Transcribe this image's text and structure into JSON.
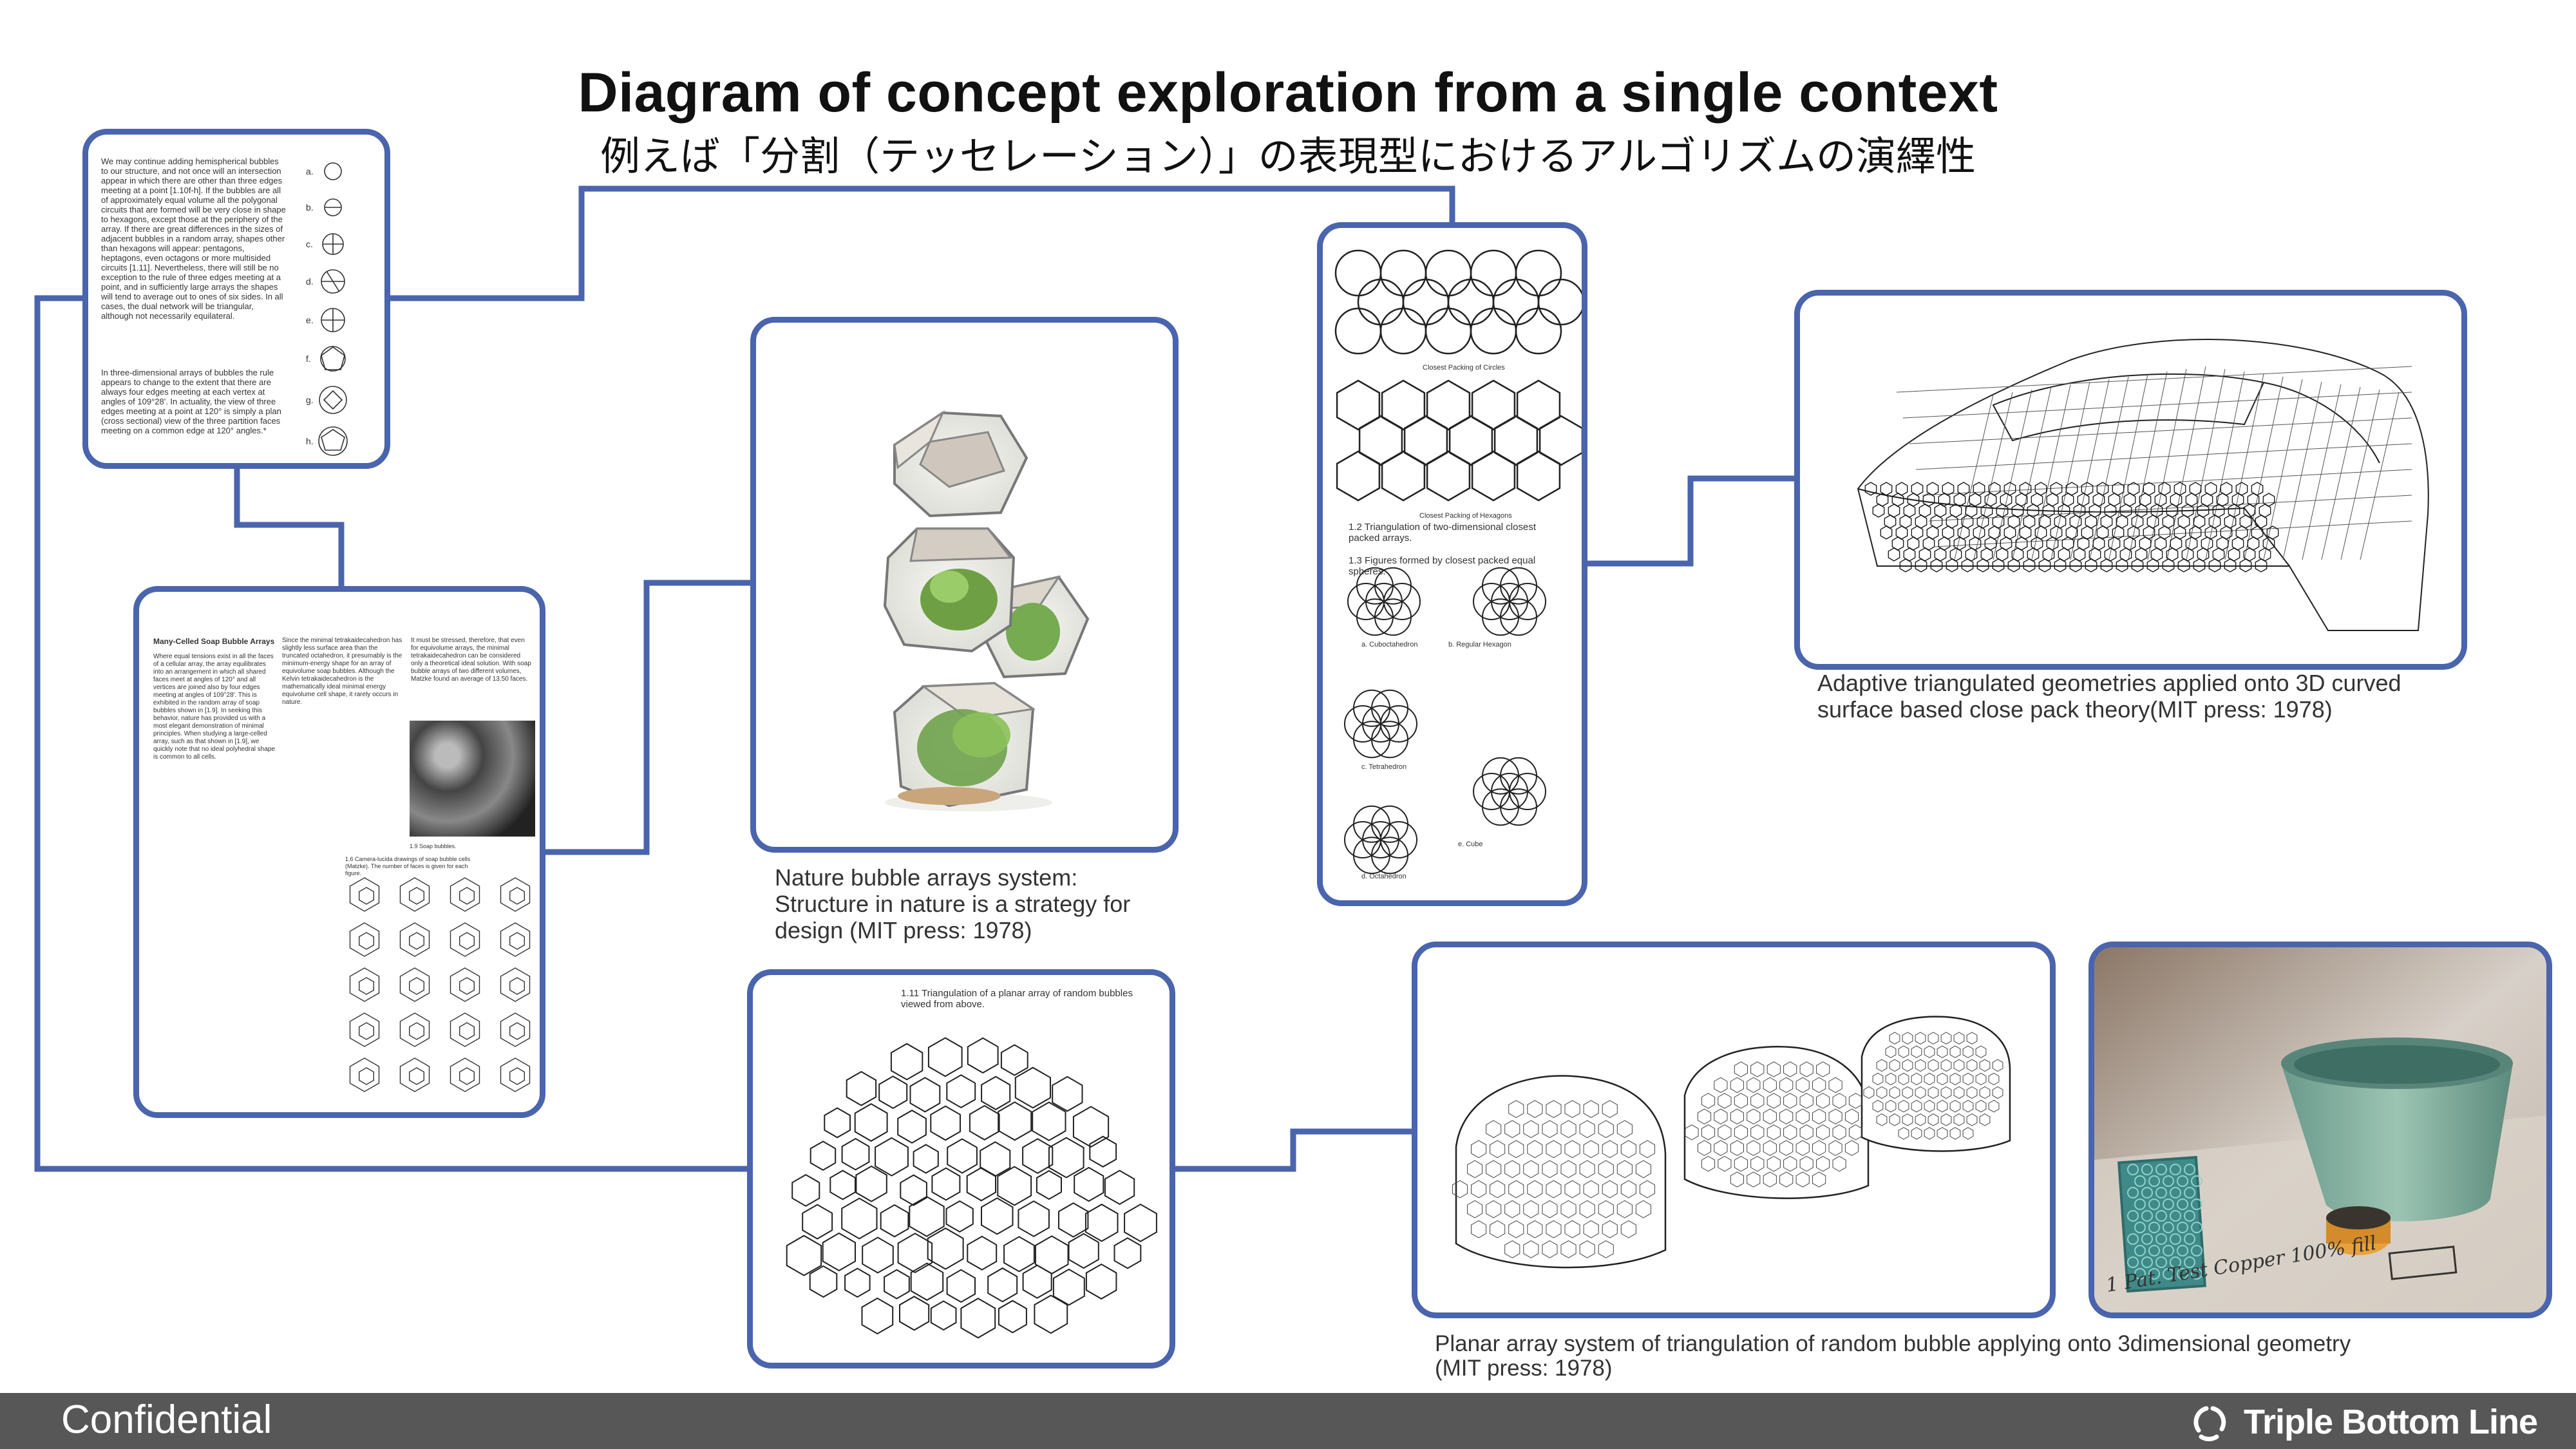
{
  "title": "Diagram of concept exploration from a single context",
  "subtitle": "例えば「分割（テッセレーション）」の表現型におけるアルゴリズムの演繹性",
  "captions": {
    "nature": [
      "Nature bubble arrays system:",
      "Structure in nature is a strategy for",
      "design (MIT press: 1978)"
    ],
    "car": [
      "Adaptive triangulated geometries applied onto 3D curved",
      "surface based close pack theory(MIT press: 1978)"
    ],
    "planar": [
      "Planar array system of triangulation of random bubble applying onto 3dimensional geometry",
      "(MIT press: 1978)"
    ]
  },
  "doc1": {
    "body": "We may continue adding hemispherical bubbles to our structure, and not once will an intersection appear in which there are other than three edges meeting at a point [1.10f-h]. If the bubbles are all of approximately equal volume all the polygonal circuits that are formed will be very close in shape to hexagons, except those at the periphery of the array. If there are great differences in the sizes of adjacent bubbles in a random array, shapes other than hexagons will appear: pentagons, heptagons, even octagons or more multisided circuits [1.11]. Nevertheless, there will still be no exception to the rule of three edges meeting at a point, and in sufficiently large arrays the shapes will tend to average out to ones of six sides. In all cases, the dual network will be triangular, although not necessarily equilateral.",
    "body2": "In three-dimensional arrays of bubbles the rule appears to change to the extent that there are always four edges meeting at each vertex at angles of 109°28'. In actuality, the view of three edges meeting at a point at 120° is simply a plan (cross sectional) view of the three partition faces meeting on a common edge at 120° angles.*",
    "labels": [
      "a.",
      "b.",
      "c.",
      "d.",
      "e.",
      "f.",
      "g.",
      "h."
    ]
  },
  "doc2": {
    "heading": "Many-Celled Soap Bubble Arrays",
    "col1": "Where equal tensions exist in all the faces of a cellular array, the array equilibrates into an arrangement in which all shared faces meet at angles of 120° and all vertices are joined also by four edges meeting at angles of 109°28'. This is exhibited in the random array of soap bubbles shown in [1.9]. In seeking this behavior, nature has provided us with a most elegant demonstration of minimal principles. When studying a large-celled array, such as that shown in [1.9], we quickly note that no ideal polyhedral shape is common to all cells.",
    "col2": "Since the minimal tetrakaidecahedron has slightly less surface area than the truncated octahedron, it presumably is the minimum-energy shape for an array of equivolume soap bubbles. Although the Kelvin tetrakaidecahedron is the mathematically ideal minimal energy equivolume cell shape, it rarely occurs in nature.",
    "col3": "It must be stressed, therefore, that even for equivolume arrays, the minimal tetrakaidecahedron can be considered only a theoretical ideal solution. With soap bubble arrays of two different volumes, Matzke found an average of 13.50 faces.",
    "fig1": "1.9 Soap bubbles.",
    "fig2": "1.6 Camera-lucida drawings of soap bubble cells (Matzke). The number of faces is given for each figure."
  },
  "doc3": {
    "cap1": "Closest Packing of Circles",
    "cap2": "Closest Packing of Hexagons",
    "t1": "1.2 Triangulation of two-dimensional closest packed arrays.",
    "t2": "1.3 Figures formed by closest packed equal spheres.",
    "f1": "a. Cuboctahedron",
    "f2": "b. Regular Hexagon",
    "f3": "c. Tetrahedron",
    "f4": "d. Octahedron",
    "f5": "e. Cube"
  },
  "doc4": {
    "caption": "1.11 Triangulation of a planar array of random bubbles viewed from above."
  },
  "photo_note": "1 Pat. Test Copper 100% fill",
  "footer": {
    "left": "Confidential",
    "logo": "Triple Bottom Line"
  },
  "colors": {
    "frame": "#4a64ad",
    "footer": "#575757"
  }
}
